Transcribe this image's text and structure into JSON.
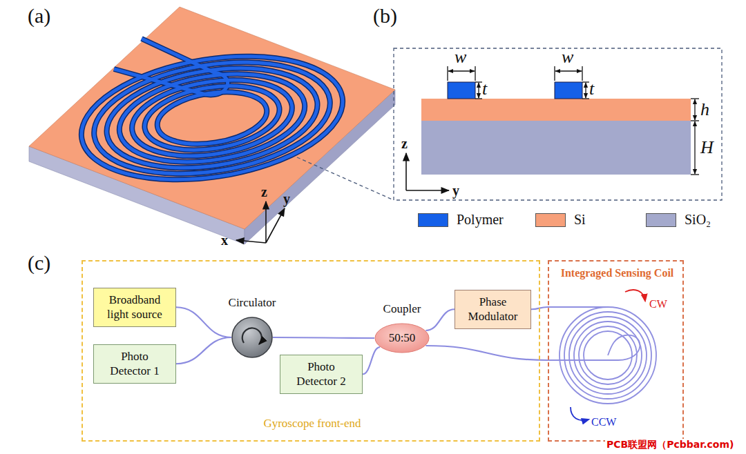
{
  "diagram": {
    "nodes": [
      {
        "text": [
          "Gyroscope front-end"
        ]
      },
      {
        "text": [
          "Broadband light source"
        ],
        "in": 0
      },
      {
        "text": [
          "Photo Detector 1"
        ],
        "in": 0
      },
      {
        "text": [
          "Circulator"
        ],
        "in": 0
      },
      {
        "text": [
          "Coupler",
          "50:50"
        ],
        "in": 0
      },
      {
        "text": [
          "Phase Modulator"
        ],
        "in": 0
      },
      {
        "text": [
          "Photo Detector 2"
        ],
        "in": 0
      },
      {
        "text": [
          "Integraged Sensing Coil"
        ]
      }
    ],
    "edges": [
      {
        "from": 1,
        "to": 3,
        "arrow": "none"
      },
      {
        "from": 2,
        "to": 3,
        "arrow": "none"
      },
      {
        "from": 3,
        "to": 4,
        "arrow": "none"
      },
      {
        "from": 4,
        "to": 6,
        "arrow": "none"
      },
      {
        "from": 4,
        "to": 5,
        "arrow": "none"
      },
      {
        "from": 5,
        "to": 7,
        "arrow": "none"
      },
      {
        "from": 4,
        "to": 7,
        "arrow": "none"
      }
    ],
    "labels": [
      "(a)",
      "(b)",
      "w",
      "t",
      "w",
      "t",
      "h",
      "H",
      "z",
      "y",
      "z",
      "y",
      "x",
      "(c)",
      "CW",
      "CCW",
      "PCB联盟网（Pcbbar.com)"
    ],
    "legend": [
      {
        "text": "Polymer",
        "color": "#1560e8"
      },
      {
        "text": "Si",
        "color": "#f7a07a"
      },
      {
        "text": "SiO₂",
        "color": "#a4a9cc"
      }
    ]
  }
}
